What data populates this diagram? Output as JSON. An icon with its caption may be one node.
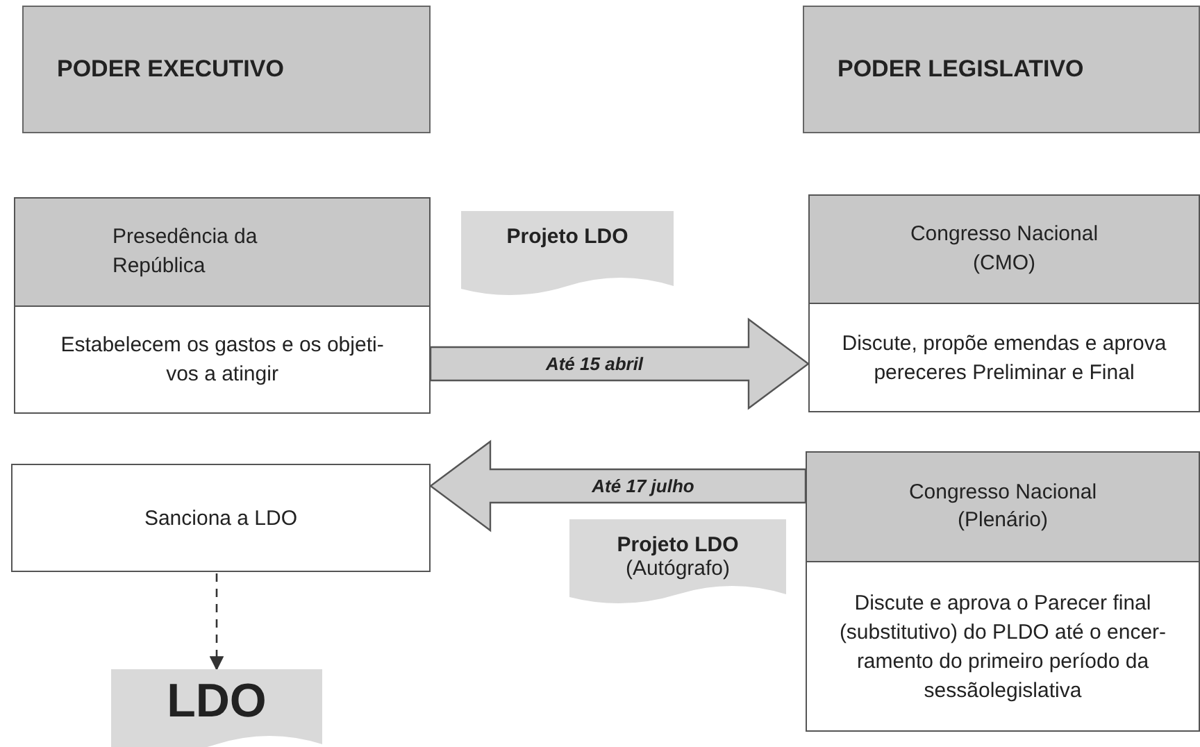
{
  "diagram": {
    "nodes": [
      {
        "text": [
          "PODER EXECUTIVO"
        ]
      },
      {
        "text": [
          "PODER LEGISLATIVO"
        ]
      },
      {
        "text": [
          "Presedência da República",
          "Estabelecem os gastos e os objeti- vos a atingir"
        ]
      },
      {
        "text": [
          "Projeto LDO"
        ]
      },
      {
        "text": [
          "Congresso Nacional (CMO)",
          "Discute, propõe emendas e aprova pereceres Preliminar e Final"
        ]
      },
      {
        "text": [
          "Sanciona a LDO"
        ]
      },
      {
        "text": [
          "Projeto LDO",
          "(Autógrafo)"
        ]
      },
      {
        "text": [
          "Congresso Nacional (Plenário)",
          "Discute e aprova o Parecer final (substitutivo) do PLDO até o encer- ramento do primeiro período da sessãolegislativa"
        ]
      },
      {
        "text": [
          "LDO"
        ]
      }
    ],
    "edges": [
      {
        "from": 2,
        "to": 4,
        "arrow": "to",
        "label": "Até 15 abril"
      },
      {
        "from": 7,
        "to": 5,
        "arrow": "to",
        "label": "Até 17 julho"
      },
      {
        "from": 5,
        "to": 8,
        "arrow": "to",
        "style": "dashed"
      }
    ]
  }
}
